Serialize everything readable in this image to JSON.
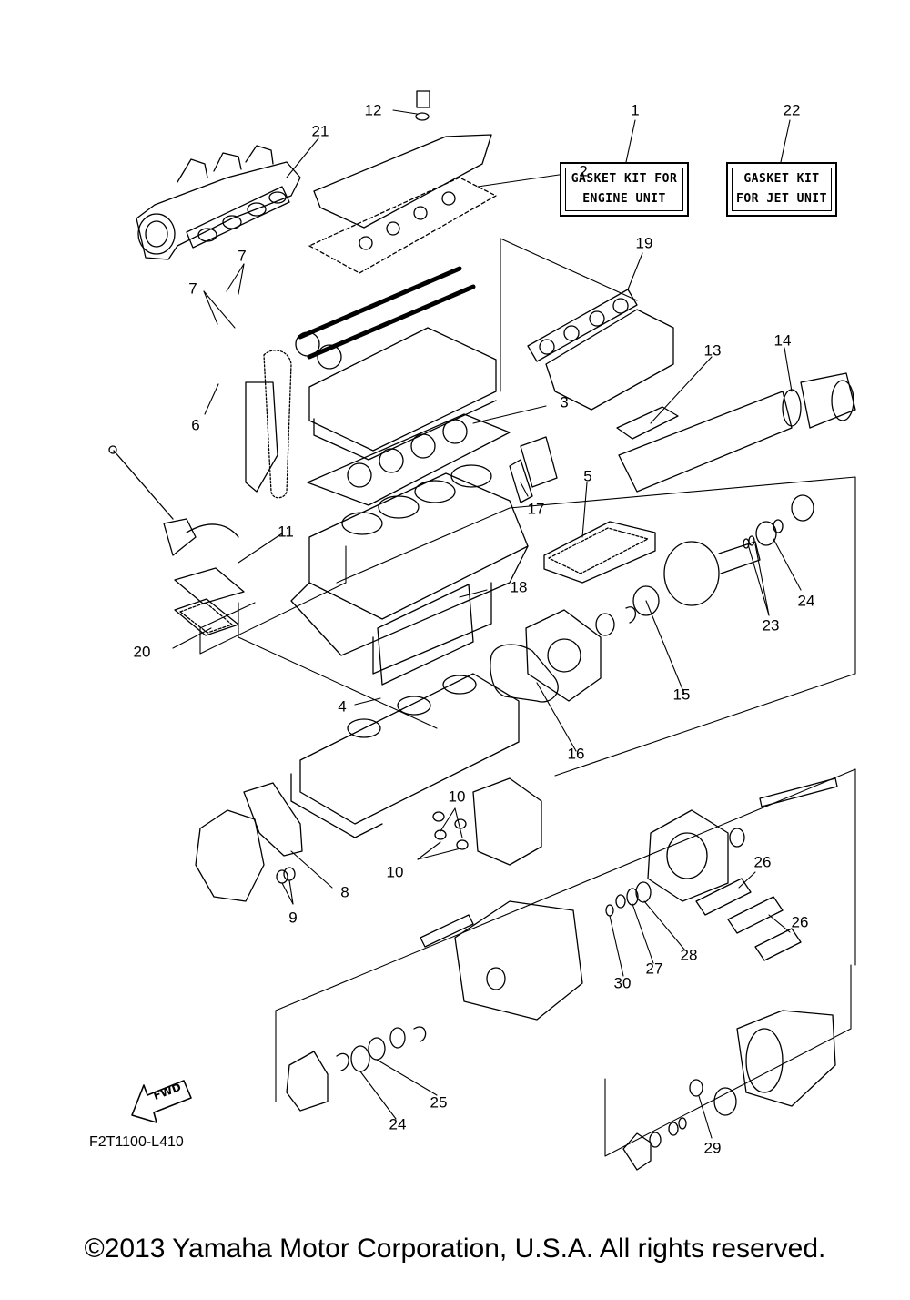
{
  "kits": {
    "engine": {
      "callout": "1",
      "line1": "GASKET KIT FOR",
      "line2": "ENGINE UNIT"
    },
    "jet": {
      "callout": "22",
      "line1": "GASKET KIT",
      "line2": "FOR JET UNIT"
    }
  },
  "callouts": {
    "c2": "2",
    "c3": "3",
    "c4": "4",
    "c5": "5",
    "c6": "6",
    "c7a": "7",
    "c7b": "7",
    "c8": "8",
    "c9": "9",
    "c10a": "10",
    "c10b": "10",
    "c11": "11",
    "c12": "12",
    "c13": "13",
    "c14": "14",
    "c15": "15",
    "c16": "16",
    "c17": "17",
    "c18": "18",
    "c19": "19",
    "c20": "20",
    "c21": "21",
    "c23": "23",
    "c24a": "24",
    "c24b": "24",
    "c25": "25",
    "c26a": "26",
    "c26b": "26",
    "c27": "27",
    "c28": "28",
    "c29": "29",
    "c30": "30"
  },
  "fwd_label": "FWD",
  "diagram_code": "F2T1100-L410",
  "copyright": "©2013 Yamaha Motor Corporation, U.S.A. All rights reserved."
}
